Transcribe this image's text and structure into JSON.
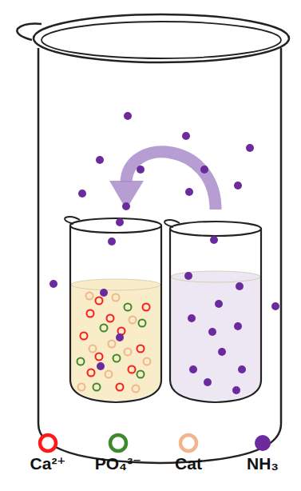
{
  "diagram": {
    "legend": [
      {
        "text": "Ca²⁺",
        "color": "#ff1a1a"
      },
      {
        "text": "PO₄³⁻",
        "color": "#3d8a2e"
      },
      {
        "text": "Cat",
        "color": "#f2b58c"
      },
      {
        "text": "NH₃",
        "color": "#6b2a9e"
      }
    ]
  }
}
